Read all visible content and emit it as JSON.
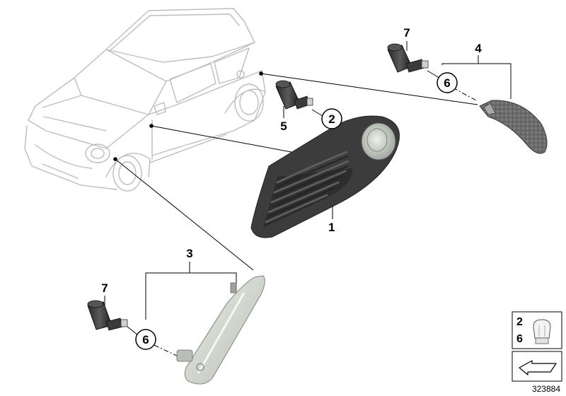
{
  "diagram": {
    "callouts": {
      "c1": "1",
      "c2": "2",
      "c3": "3",
      "c4": "4",
      "c5": "5",
      "c6_top": "6",
      "c6_bottom": "6",
      "c7_top": "7",
      "c7_bottom": "7"
    },
    "legend": {
      "label_a": "2",
      "label_b": "6"
    },
    "reference_number": "323884",
    "colors": {
      "car_outline": "#bdbdbd",
      "housing_dark": "#3a3a3a",
      "lens": "#cfd6cf",
      "clear_lens": "#d6dbd2",
      "leader": "#000000"
    }
  }
}
